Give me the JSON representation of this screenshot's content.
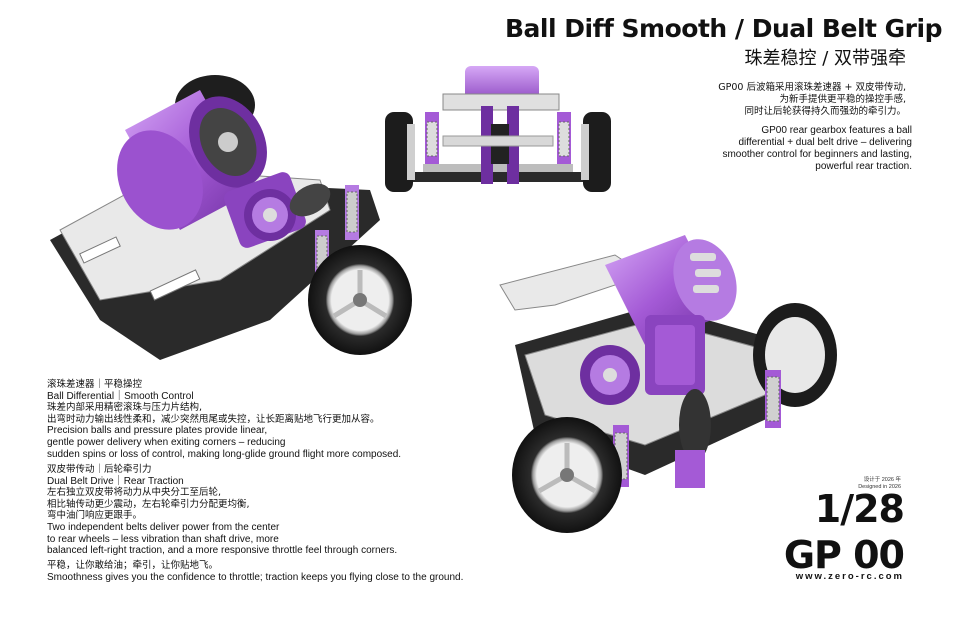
{
  "header": {
    "title": "Ball Diff Smooth / Dual Belt Grip",
    "subtitle_cn": "珠差稳控 / 双带强牵"
  },
  "intro": {
    "cn_lines": [
      "GP00 后波箱采用滚珠差速器 + 双皮带传动,",
      "为新手提供更平稳的操控手感,",
      "同时让后轮获得持久而强劲的牵引力。"
    ],
    "en_lines": [
      "GP00 rear gearbox features a ball",
      "differential + dual belt drive – delivering",
      "smoother control for beginners and lasting,",
      "powerful rear traction."
    ]
  },
  "sections": [
    {
      "lines": [
        "滚珠差速器｜平稳操控",
        "Ball Differential｜Smooth Control",
        "珠差内部采用精密滚珠与压力片结构,",
        "出弯时动力输出线性柔和，减少突然甩尾或失控，让长距离贴地飞行更加从容。",
        "Precision balls and pressure plates provide linear,",
        "gentle power delivery when exiting corners – reducing",
        "sudden spins or loss of control, making long-glide ground flight more composed."
      ]
    },
    {
      "lines": [
        "双皮带传动｜后轮牵引力",
        "Dual Belt Drive｜Rear Traction",
        "左右独立双皮带将动力从中央分工至后轮,",
        "相比轴传动更少震动，左右轮牵引力分配更均衡,",
        "弯中油门响应更跟手。",
        "Two independent belts deliver power from the center",
        " to rear wheels – less vibration than shaft drive, more",
        "balanced left-right traction, and a more responsive throttle feel through corners."
      ]
    },
    {
      "lines": [
        "平稳，让你敢给油；牵引，让你贴地飞。",
        "Smoothness gives you the confidence to throttle; traction keeps you flying close to the ground."
      ]
    }
  ],
  "branding": {
    "designed_cn": "设计于 2026 年",
    "designed_en": "Designed in 2026",
    "scale": "1/28",
    "model": "GP 00",
    "website": "www.zero-rc.com"
  },
  "colors": {
    "purple": "#a45ad6",
    "purple_dark": "#6e2fa0",
    "purple_light": "#c890f0",
    "tire": "#222222",
    "chassis": "#2a2a2a",
    "plate": "#e8e8e8",
    "metal": "#bdbdbd"
  }
}
